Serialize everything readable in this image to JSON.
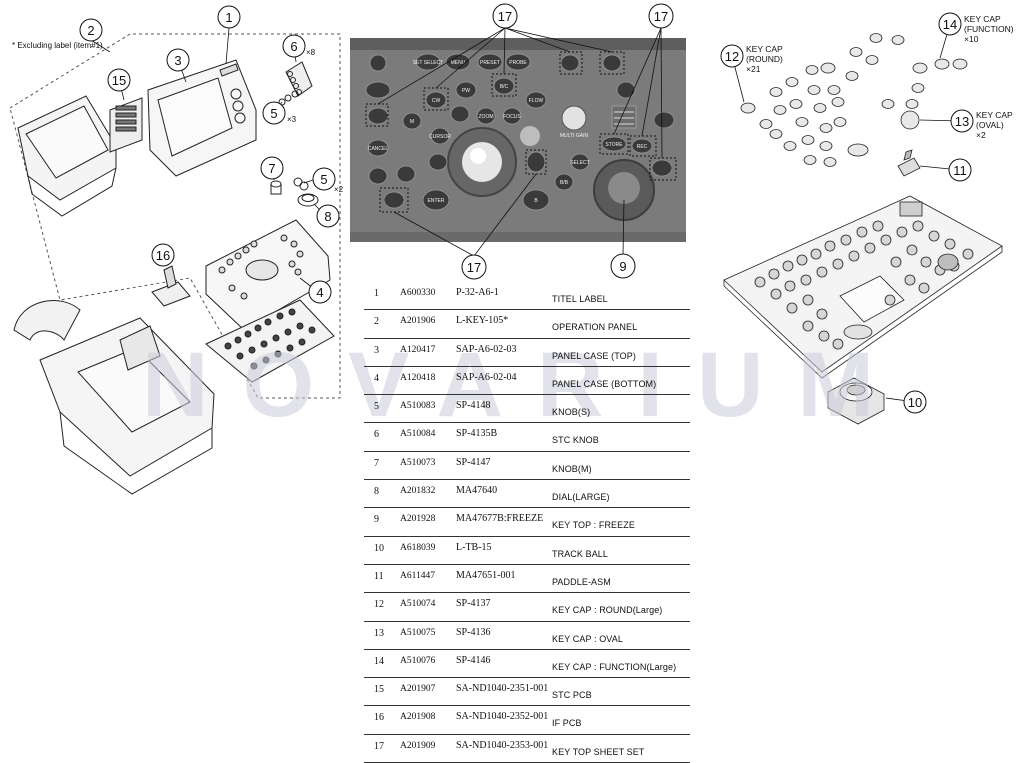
{
  "watermark": "NOVARIUM",
  "callouts": {
    "c1": "1",
    "c2": "2",
    "c3": "3",
    "c4": "4",
    "c5a": "5",
    "c5b": "5",
    "c6": "6",
    "c7": "7",
    "c8": "8",
    "c9": "9",
    "c10": "10",
    "c11": "11",
    "c12": "12",
    "c13": "13",
    "c14": "14",
    "c15": "15",
    "c16": "16",
    "c17a": "17",
    "c17b": "17",
    "c17c": "17"
  },
  "notes": {
    "excluding_label": "* Excluding label (item#1)",
    "qty_x8": "×8",
    "qty_x3": "×3",
    "qty_x2": "×2",
    "key_cap_round_1": "KEY CAP",
    "key_cap_round_2": "(ROUND)",
    "key_cap_round_qty": "×21",
    "key_cap_function_1": "KEY CAP",
    "key_cap_function_2": "(FUNCTION)",
    "key_cap_function_qty": "×10",
    "key_cap_oval_1": "KEY CAP",
    "key_cap_oval_2": "(OVAL)",
    "key_cap_oval_qty": "×2"
  },
  "panel_buttons": {
    "b1": "SET SELECT",
    "b2": "MENU",
    "b3": "PRESET",
    "b4": "PROBE",
    "b5": "PW",
    "b6": "ENTER",
    "b7": "B",
    "b8": "B/B",
    "b9": "SELECT",
    "b10": "STORE",
    "b11": "REC",
    "b12": "FOCUS",
    "b13": "CANCEL",
    "b14": "ZOOM",
    "b15": "CURSOR",
    "b16": "B/C",
    "b17": "M",
    "b18": "MULTI GAIN",
    "b19": "FLOW",
    "b20": "CW"
  },
  "parts": [
    {
      "no": "1",
      "code": "A600330",
      "model": "P-32-A6-1",
      "name": "TITEL LABEL"
    },
    {
      "no": "2",
      "code": "A201906",
      "model": "L-KEY-105*",
      "name": "OPERATION PANEL"
    },
    {
      "no": "3",
      "code": "A120417",
      "model": "SAP-A6-02-03",
      "name": "PANEL CASE (TOP)"
    },
    {
      "no": "4",
      "code": "A120418",
      "model": "SAP-A6-02-04",
      "name": "PANEL CASE (BOTTOM)"
    },
    {
      "no": "5",
      "code": "A510083",
      "model": "SP-4148",
      "name": "KNOB(S)"
    },
    {
      "no": "6",
      "code": "A510084",
      "model": "SP-4135B",
      "name": "STC KNOB"
    },
    {
      "no": "7",
      "code": "A510073",
      "model": "SP-4147",
      "name": "KNOB(M)"
    },
    {
      "no": "8",
      "code": "A201832",
      "model": "MA47640",
      "name": "DIAL(LARGE)"
    },
    {
      "no": "9",
      "code": "A201928",
      "model": "MA47677B:FREEZE",
      "name": "KEY TOP : FREEZE"
    },
    {
      "no": "10",
      "code": "A618039",
      "model": "L-TB-15",
      "name": "TRACK BALL"
    },
    {
      "no": "11",
      "code": "A611447",
      "model": "MA47651-001",
      "name": "PADDLE-ASM"
    },
    {
      "no": "12",
      "code": "A510074",
      "model": "SP-4137",
      "name": "KEY CAP :   ROUND(Large)"
    },
    {
      "no": "13",
      "code": "A510075",
      "model": "SP-4136",
      "name": "KEY CAP :   OVAL"
    },
    {
      "no": "14",
      "code": "A510076",
      "model": "SP-4146",
      "name": "KEY CAP :   FUNCTION(Large)"
    },
    {
      "no": "15",
      "code": "A201907",
      "model": "SA-ND1040-2351-001",
      "name": "STC PCB"
    },
    {
      "no": "16",
      "code": "A201908",
      "model": "SA-ND1040-2352-001",
      "name": "IF PCB"
    },
    {
      "no": "17",
      "code": "A201909",
      "model": "SA-ND1040-2353-001",
      "name": "KEY TOP SHEET SET"
    }
  ]
}
